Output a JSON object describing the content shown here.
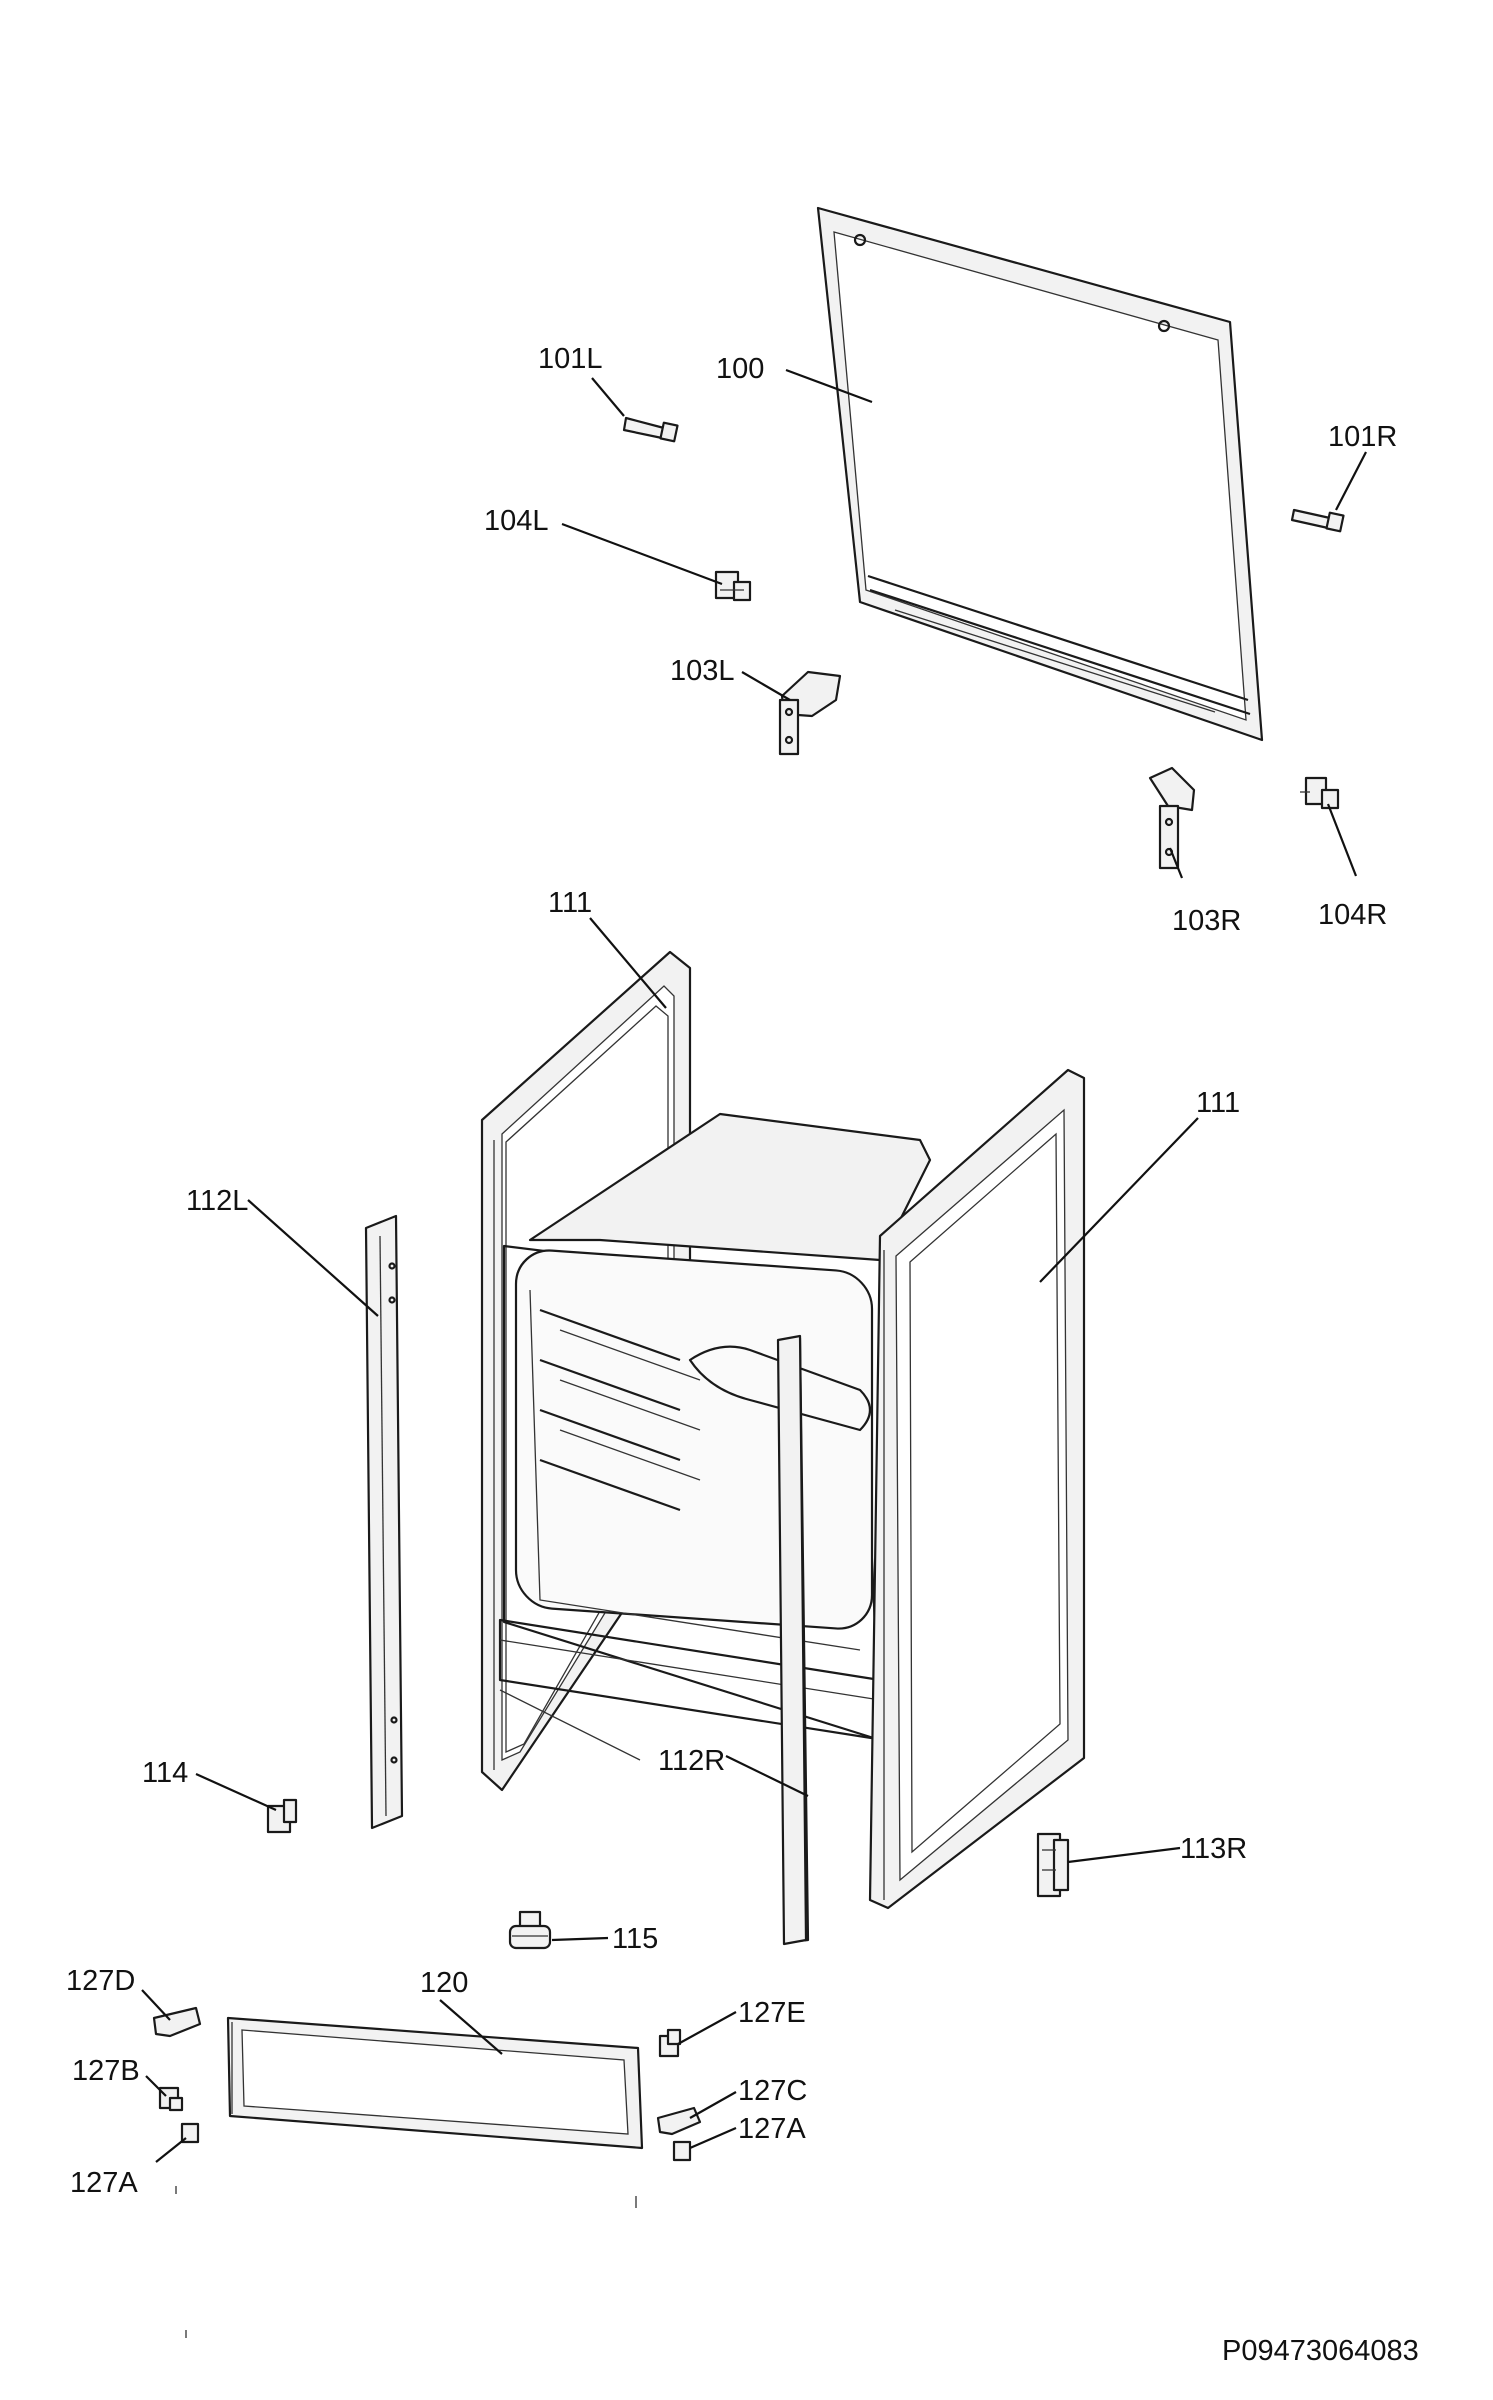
{
  "labels": {
    "p100": "100",
    "p101L": "101L",
    "p101R": "101R",
    "p104L": "104L",
    "p103L": "103L",
    "p103R": "103R",
    "p104R": "104R",
    "p111_left": "111",
    "p111_right": "111",
    "p112L": "112L",
    "p112R": "112R",
    "p114": "114",
    "p113R": "113R",
    "p115": "115",
    "p120": "120",
    "p127D": "127D",
    "p127B": "127B",
    "p127A_left": "127A",
    "p127E": "127E",
    "p127C": "127C",
    "p127A_right": "127A"
  },
  "document_code": "P09473064083"
}
